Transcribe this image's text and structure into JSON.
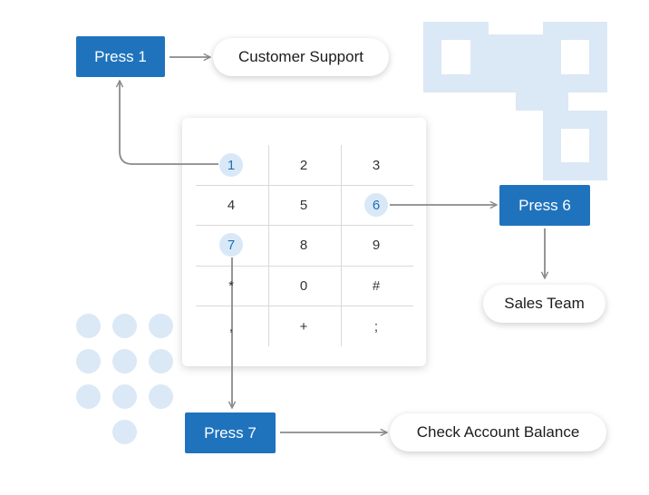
{
  "keypad": {
    "rows": [
      [
        "1",
        "2",
        "3"
      ],
      [
        "4",
        "5",
        "6"
      ],
      [
        "7",
        "8",
        "9"
      ],
      [
        "*",
        "0",
        "#"
      ],
      [
        ",",
        "+",
        ";"
      ]
    ],
    "highlighted": [
      "1",
      "6",
      "7"
    ]
  },
  "options": [
    {
      "key": "1",
      "label": "Press 1",
      "destination": "Customer Support"
    },
    {
      "key": "6",
      "label": "Press 6",
      "destination": "Sales Team"
    },
    {
      "key": "7",
      "label": "Press 7",
      "destination": "Check Account Balance"
    }
  ],
  "colors": {
    "accent": "#1f73bd",
    "highlight": "#d9e8f7",
    "decoration": "#dbe8f6",
    "connector": "#8a8a8a"
  }
}
